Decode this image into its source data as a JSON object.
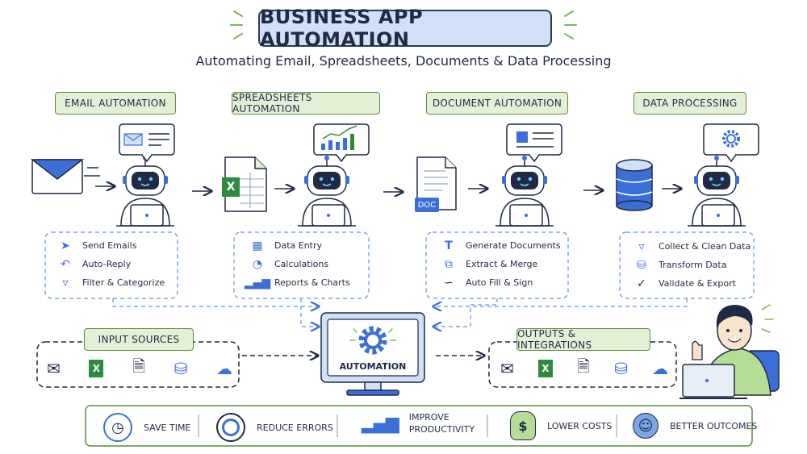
{
  "title": "BUSINESS APP AUTOMATION",
  "subtitle": "Automating Email, Spreadsheets, Documents & Data Processing",
  "sections": [
    {
      "label": "EMAIL AUTOMATION",
      "features": [
        {
          "icon": "send-icon",
          "text": "Send Emails"
        },
        {
          "icon": "reply-icon",
          "text": "Auto-Reply"
        },
        {
          "icon": "filter-icon",
          "text": "Filter & Categorize"
        }
      ]
    },
    {
      "label": "SPREADSHEETS AUTOMATION",
      "features": [
        {
          "icon": "calculator-icon",
          "text": "Data Entry"
        },
        {
          "icon": "pie-chart-icon",
          "text": "Calculations"
        },
        {
          "icon": "bar-chart-icon",
          "text": "Reports & Charts"
        }
      ]
    },
    {
      "label": "DOCUMENT AUTOMATION",
      "features": [
        {
          "icon": "text-icon",
          "text": "Generate Documents"
        },
        {
          "icon": "merge-icon",
          "text": "Extract & Merge"
        },
        {
          "icon": "signature-icon",
          "text": "Auto Fill & Sign"
        }
      ]
    },
    {
      "label": "DATA PROCESSING",
      "features": [
        {
          "icon": "filter-icon",
          "text": "Collect & Clean Data"
        },
        {
          "icon": "database-icon",
          "text": "Transform Data"
        },
        {
          "icon": "check-circle-icon",
          "text": "Validate & Export"
        }
      ]
    }
  ],
  "doc_badge": "DOC",
  "excel_letter": "X",
  "input_sources": {
    "label": "INPUT SOURCES",
    "icons": [
      "mail-icon",
      "excel-icon",
      "document-icon",
      "database-icon",
      "cloud-icon"
    ]
  },
  "outputs": {
    "label": "OUTPUTS & INTEGRATIONS",
    "icons": [
      "mail-icon",
      "excel-icon",
      "document-icon",
      "database-icon",
      "cloud-icon"
    ]
  },
  "center": {
    "label": "AUTOMATION"
  },
  "benefits": [
    {
      "icon": "clock-icon",
      "line1": "SAVE TIME",
      "line2": ""
    },
    {
      "icon": "target-icon",
      "line1": "REDUCE ERRORS",
      "line2": ""
    },
    {
      "icon": "growth-chart-icon",
      "line1": "IMPROVE",
      "line2": "PRODUCTIVITY"
    },
    {
      "icon": "money-bag-icon",
      "line1": "LOWER COSTS",
      "line2": ""
    },
    {
      "icon": "smiley-icon",
      "line1": "BETTER OUTCOMES",
      "line2": ""
    }
  ],
  "colors": {
    "accent_blue": "#3b6fd8",
    "light_blue": "#cfe0f8",
    "green": "#5c8c3a",
    "light_green": "#e3f0d6",
    "ink": "#1f2a44"
  }
}
